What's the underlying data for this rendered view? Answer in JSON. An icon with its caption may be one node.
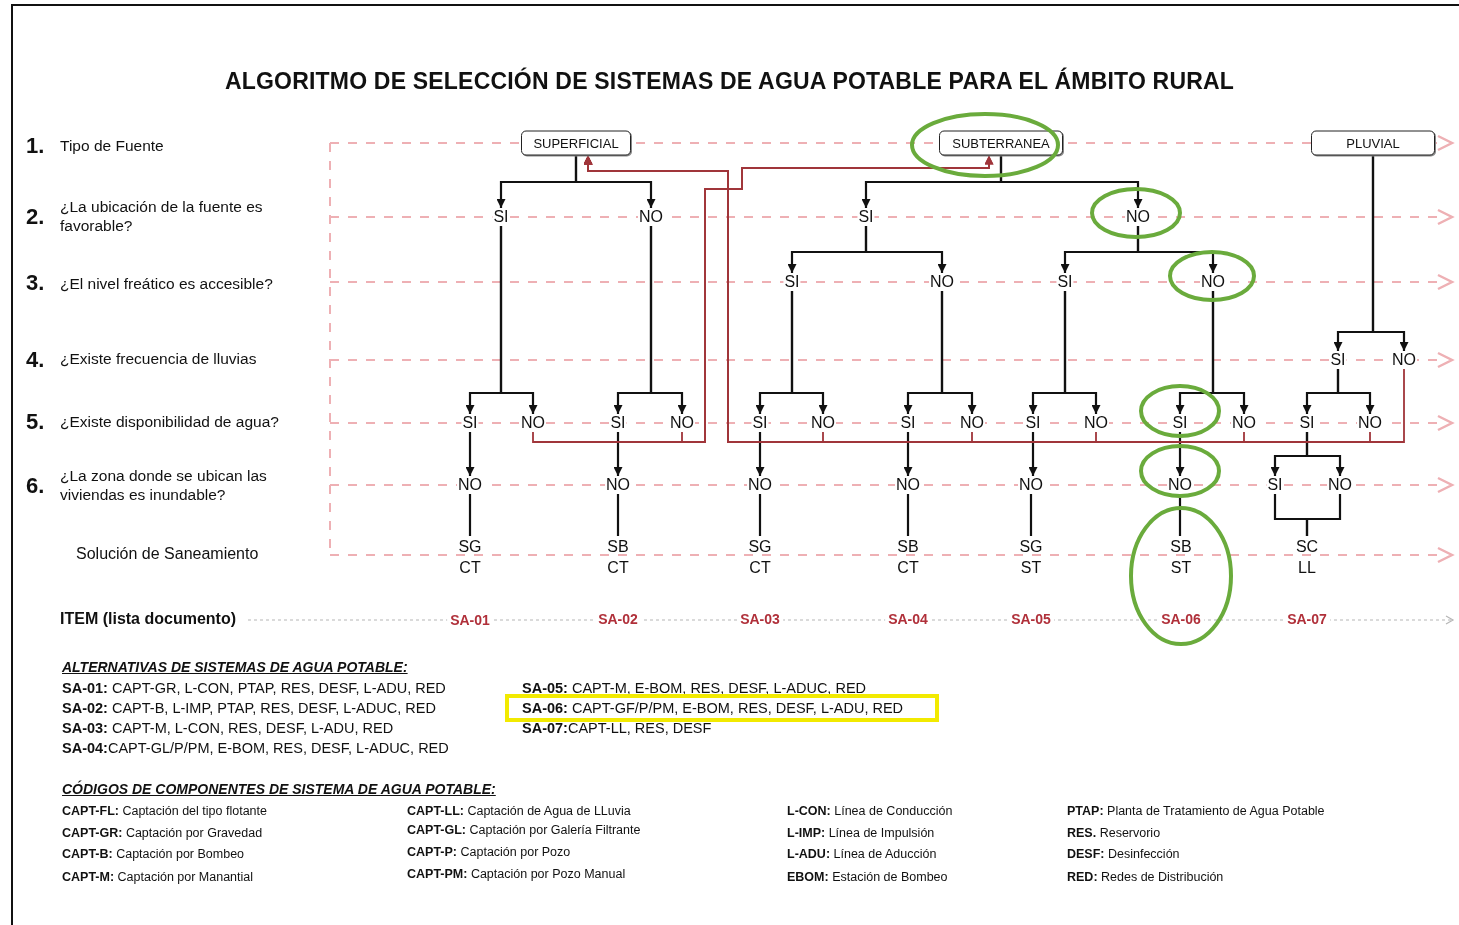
{
  "diagram": {
    "title": "ALGORITMO DE SELECCIÓN DE SISTEMAS DE AGUA POTABLE PARA EL ÁMBITO RURAL",
    "nodes": [
      {
        "text": [
          "SUPERFICIAL"
        ]
      },
      {
        "text": [
          "SUBTERRANEA"
        ]
      },
      {
        "text": [
          "PLUVIAL"
        ]
      },
      {
        "text": [
          "SI"
        ]
      },
      {
        "text": [
          "NO"
        ]
      },
      {
        "text": [
          "SI"
        ]
      },
      {
        "text": [
          "NO"
        ]
      },
      {
        "text": [
          "SI"
        ]
      },
      {
        "text": [
          "NO"
        ]
      },
      {
        "text": [
          "SI"
        ]
      },
      {
        "text": [
          "NO"
        ]
      },
      {
        "text": [
          "SI"
        ]
      },
      {
        "text": [
          "NO"
        ]
      },
      {
        "text": [
          "SI"
        ]
      },
      {
        "text": [
          "NO"
        ]
      },
      {
        "text": [
          "SI"
        ]
      },
      {
        "text": [
          "NO"
        ]
      },
      {
        "text": [
          "SI"
        ]
      },
      {
        "text": [
          "NO"
        ]
      },
      {
        "text": [
          "SI"
        ]
      },
      {
        "text": [
          "NO"
        ]
      },
      {
        "text": [
          "SI"
        ]
      },
      {
        "text": [
          "NO"
        ]
      },
      {
        "text": [
          "SI"
        ]
      },
      {
        "text": [
          "NO"
        ]
      },
      {
        "text": [
          "SI"
        ]
      },
      {
        "text": [
          "NO"
        ]
      },
      {
        "text": [
          "NO"
        ]
      },
      {
        "text": [
          "NO"
        ]
      },
      {
        "text": [
          "NO"
        ]
      },
      {
        "text": [
          "NO"
        ]
      },
      {
        "text": [
          "NO"
        ]
      },
      {
        "text": [
          "NO"
        ]
      },
      {
        "text": [
          "SI"
        ]
      },
      {
        "text": [
          "NO"
        ]
      },
      {
        "text": [
          "SG CT"
        ]
      },
      {
        "text": [
          "SB CT"
        ]
      },
      {
        "text": [
          "SG CT"
        ]
      },
      {
        "text": [
          "SB CT"
        ]
      },
      {
        "text": [
          "SG ST"
        ]
      },
      {
        "text": [
          "SB ST"
        ]
      },
      {
        "text": [
          "SC LL"
        ]
      }
    ],
    "edges": [
      {
        "from": 0,
        "to": 3,
        "arrow": "to"
      },
      {
        "from": 0,
        "to": 4,
        "arrow": "to"
      },
      {
        "from": 1,
        "to": 5,
        "arrow": "to"
      },
      {
        "from": 1,
        "to": 6,
        "arrow": "to"
      },
      {
        "from": 5,
        "to": 7,
        "arrow": "to"
      },
      {
        "from": 5,
        "to": 8,
        "arrow": "to"
      },
      {
        "from": 6,
        "to": 9,
        "arrow": "to"
      },
      {
        "from": 6,
        "to": 10,
        "arrow": "to"
      },
      {
        "from": 2,
        "to": 11,
        "arrow": "to"
      },
      {
        "from": 2,
        "to": 12,
        "arrow": "to"
      },
      {
        "from": 3,
        "to": 13,
        "arrow": "to"
      },
      {
        "from": 3,
        "to": 14,
        "arrow": "to"
      },
      {
        "from": 4,
        "to": 15,
        "arrow": "to"
      },
      {
        "from": 4,
        "to": 16,
        "arrow": "to"
      },
      {
        "from": 7,
        "to": 17,
        "arrow": "to"
      },
      {
        "from": 7,
        "to": 18,
        "arrow": "to"
      },
      {
        "from": 8,
        "to": 19,
        "arrow": "to"
      },
      {
        "from": 8,
        "to": 20,
        "arrow": "to"
      },
      {
        "from": 9,
        "to": 21,
        "arrow": "to"
      },
      {
        "from": 9,
        "to": 22,
        "arrow": "to"
      },
      {
        "from": 10,
        "to": 23,
        "arrow": "to"
      },
      {
        "from": 10,
        "to": 24,
        "arrow": "to"
      },
      {
        "from": 11,
        "to": 25,
        "arrow": "to"
      },
      {
        "from": 11,
        "to": 26,
        "arrow": "to"
      },
      {
        "from": 13,
        "to": 27,
        "arrow": "to"
      },
      {
        "from": 15,
        "to": 28,
        "arrow": "to"
      },
      {
        "from": 17,
        "to": 29,
        "arrow": "to"
      },
      {
        "from": 19,
        "to": 30,
        "arrow": "to"
      },
      {
        "from": 21,
        "to": 31,
        "arrow": "to"
      },
      {
        "from": 23,
        "to": 32,
        "arrow": "to"
      },
      {
        "from": 25,
        "to": 33,
        "arrow": "to"
      },
      {
        "from": 25,
        "to": 34,
        "arrow": "to"
      },
      {
        "from": 27,
        "to": 35,
        "arrow": "none"
      },
      {
        "from": 28,
        "to": 36,
        "arrow": "none"
      },
      {
        "from": 29,
        "to": 37,
        "arrow": "none"
      },
      {
        "from": 30,
        "to": 38,
        "arrow": "none"
      },
      {
        "from": 31,
        "to": 39,
        "arrow": "none"
      },
      {
        "from": 32,
        "to": 40,
        "arrow": "none"
      },
      {
        "from": 33,
        "to": 41,
        "arrow": "none"
      },
      {
        "from": 34,
        "to": 41,
        "arrow": "none"
      },
      {
        "from": 14,
        "to": 1,
        "arrow": "to",
        "color": "#a0353a"
      },
      {
        "from": 16,
        "to": 1,
        "arrow": "to",
        "color": "#a0353a"
      },
      {
        "from": 18,
        "to": 0,
        "arrow": "to",
        "color": "#a0353a"
      },
      {
        "from": 20,
        "to": 0,
        "arrow": "to",
        "color": "#a0353a"
      },
      {
        "from": 22,
        "to": 0,
        "arrow": "to",
        "color": "#a0353a"
      },
      {
        "from": 24,
        "to": 0,
        "arrow": "to",
        "color": "#a0353a"
      },
      {
        "from": 26,
        "to": 0,
        "arrow": "to",
        "color": "#a0353a"
      },
      {
        "from": 12,
        "to": 0,
        "arrow": "to",
        "color": "#a0353a"
      }
    ],
    "labels": [
      "1.",
      "Tipo de Fuente",
      "2.",
      "¿La ubicación de la fuente es favorable?",
      "3.",
      "¿El nivel freático es accesible?",
      "4.",
      "¿Existe frecuencia de lluvias",
      "5.",
      "¿Existe disponibilidad de agua?",
      "6.",
      "¿La zona donde se ubican las viviendas es inundable?",
      "Solución de Saneamiento",
      "ITEM (lista documento)",
      "SA-01",
      "SA-02",
      "SA-03",
      "SA-04",
      "SA-05",
      "SA-06",
      "SA-07",
      "ALTERNATIVAS DE SISTEMAS DE AGUA POTABLE:",
      "**SA-01:** CAPT-GR, L-CON, PTAP, RES, DESF, L-ADU, RED",
      "**SA-02:** CAPT-B, L-IMP, PTAP, RES, DESF, L-ADUC, RED",
      "**SA-03:** CAPT-M, L-CON, RES, DESF, L-ADU, RED",
      "**SA-04:**CAPT-GL/P/PM, E-BOM, RES, DESF, L-ADUC, RED",
      "**SA-05:** CAPT-M, E-BOM, RES, DESF, L-ADUC, RED",
      "**SA-06:** CAPT-GF/P/PM, E-BOM, RES, DESF, L-ADU, RED",
      "**SA-07:**CAPT-LL, RES, DESF",
      "CÓDIGOS DE COMPONENTES DE SISTEMA DE AGUA POTABLE:",
      "**CAPT-FL:** Captación del tipo flotante",
      "**CAPT-GR:** Captación por Gravedad",
      "**CAPT-B:** Captación por Bombeo",
      "**CAPT-M:** Captación por Manantial",
      "**CAPT-LL:** Captación de Agua de LLuvia",
      "**CAPT-GL:** Captación por Galería Filtrante",
      "**CAPT-P:** Captación por Pozo",
      "**CAPT-PM:** Captación por Pozo Manual",
      "**L-CON:** Línea de Conducción",
      "**L-IMP:** Línea de Impulsión",
      "**L-ADU:** Línea de Aducción",
      "**EBOM:** Estación de Bombeo",
      "**PTAP:** Planta de Tratamiento de Agua Potable",
      "**RES.** Reservorio",
      "**DESF:** Desinfección",
      "**RED:** Redes de Distribución"
    ]
  }
}
